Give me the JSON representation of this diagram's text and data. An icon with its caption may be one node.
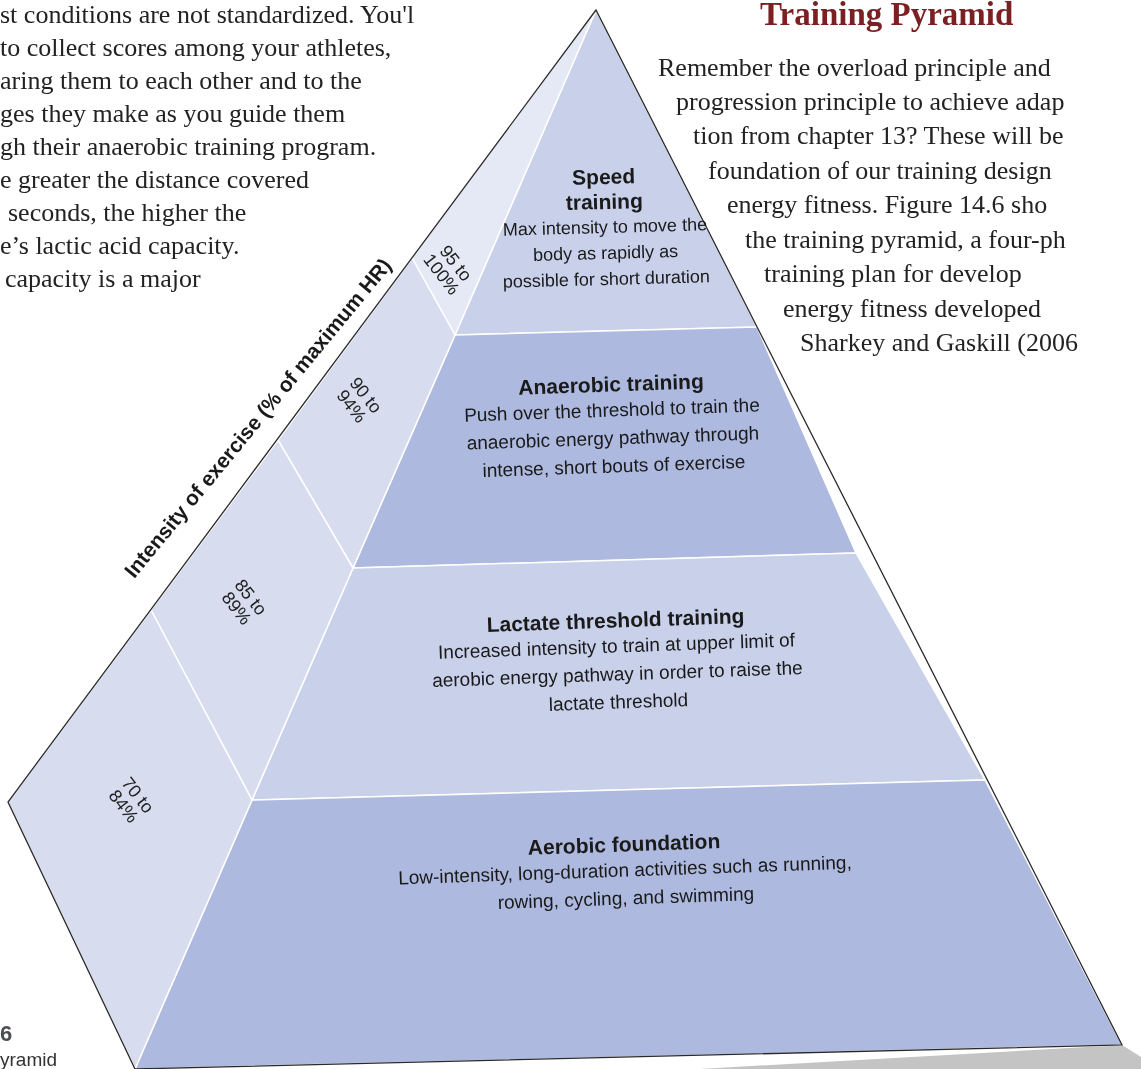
{
  "diagram": {
    "nodes": [
      {
        "text": [
          "Speed training",
          "Max intensity to move the body as rapidly as possible for short duration"
        ]
      },
      {
        "text": [
          "Anaerobic training",
          "Push over the threshold to train the anaerobic energy pathway through intense, short bouts of exercise"
        ]
      },
      {
        "text": [
          "Lactate threshold training",
          "Increased intensity to train at upper limit of aerobic energy pathway in order to raise the lactate threshold"
        ]
      },
      {
        "text": [
          "Aerobic foundation",
          "Low-intensity, long-duration activities such as running, rowing, cycling, and swimming"
        ]
      },
      {
        "text": [
          "95 to 100%"
        ]
      },
      {
        "text": [
          "90 to 94%"
        ]
      },
      {
        "text": [
          "85 to 89%"
        ]
      },
      {
        "text": [
          "70 to 84%"
        ]
      }
    ],
    "edges": [],
    "labels": [
      "st conditions are not standardized. You'l",
      "to collect scores among your athletes,",
      "aring them to each other and to the",
      "ges they make as you guide them",
      "gh their anaerobic training program.",
      "e greater the distance covered",
      "seconds, the higher the",
      "e’s lactic acid capacity.",
      "capacity is a major",
      "Training Pyramid",
      "Remember the overload principle and",
      "progression principle to achieve adap",
      "tion from chapter 13? These will be",
      "foundation of our training design",
      "energy fitness. Figure 14.6 sho",
      "the training pyramid, a four-ph",
      "training plan for develop",
      "energy fitness developed",
      "Sharkey and Gaskill (2006",
      "Intensity of exercise (% of maximum HR)",
      "6",
      "yramid"
    ]
  }
}
